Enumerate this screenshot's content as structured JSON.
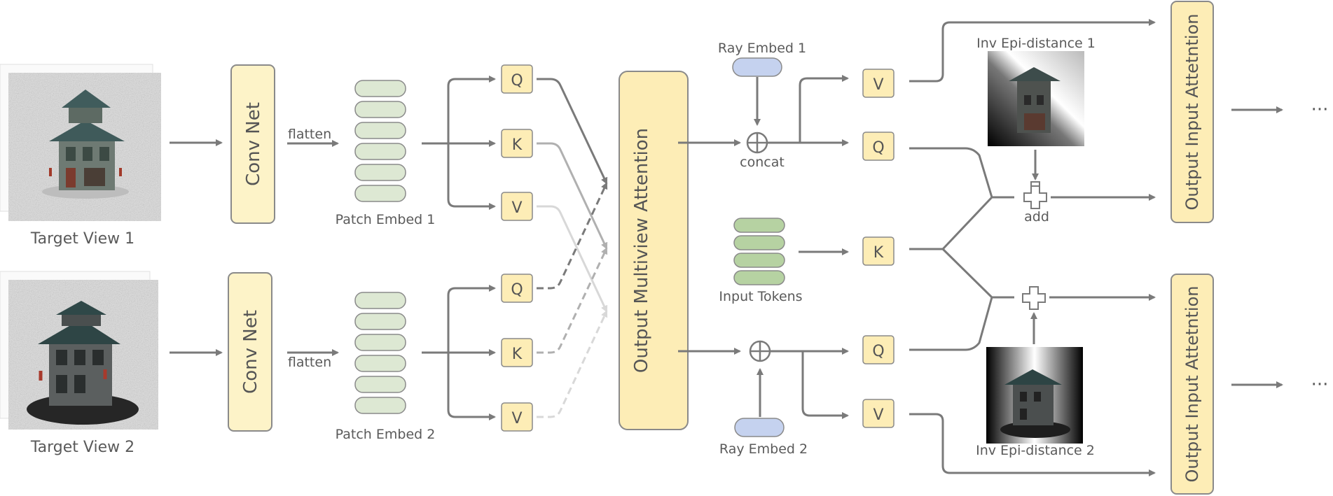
{
  "inputs": {
    "view1_label": "Target View 1",
    "view2_label": "Target View 2"
  },
  "encoder": {
    "conv_label_1": "Conv Net",
    "conv_label_2": "Conv Net",
    "flatten_label_1": "flatten",
    "flatten_label_2": "flatten",
    "patch_embed_1": "Patch Embed 1",
    "patch_embed_2": "Patch Embed 2"
  },
  "qkv": {
    "q": "Q",
    "k": "K",
    "v": "V"
  },
  "multiview": {
    "label": "Output Multiview Attention"
  },
  "ray": {
    "ray_embed_1": "Ray Embed 1",
    "ray_embed_2": "Ray Embed 2",
    "concat_label": "concat"
  },
  "input_tokens": {
    "label": "Input Tokens"
  },
  "epi": {
    "inv_epi_1": "Inv Epi-distance 1",
    "inv_epi_2": "Inv Epi-distance 2",
    "add_label": "add"
  },
  "output": {
    "input_attention_1": "Output Input Attetntion",
    "input_attention_2": "Output Input Attetntion",
    "ellipsis": "···"
  },
  "colors": {
    "yellow_fill": "#fdedb6",
    "yellow_light": "#fdf3c8",
    "yellow_stroke": "#8a8a8a",
    "green_fill": "#dde8d3",
    "green_dark": "#b6d2a2",
    "blue_fill": "#c5d2ef",
    "arrow": "#7a7a7a"
  }
}
